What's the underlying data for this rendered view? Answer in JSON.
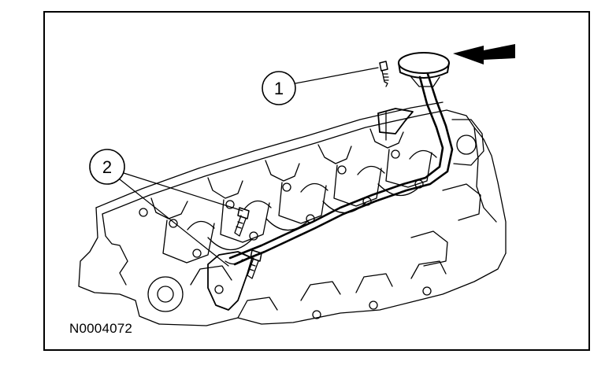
{
  "figure": {
    "id": "N0004072"
  },
  "callouts": [
    {
      "label": "1",
      "refers_to": "oil-level-indicator-tube-bolt"
    },
    {
      "label": "2",
      "refers_to": "oil-level-indicator-tube-lower-fasteners"
    }
  ],
  "colors": {
    "ink": "#000000",
    "paper": "#ffffff"
  }
}
